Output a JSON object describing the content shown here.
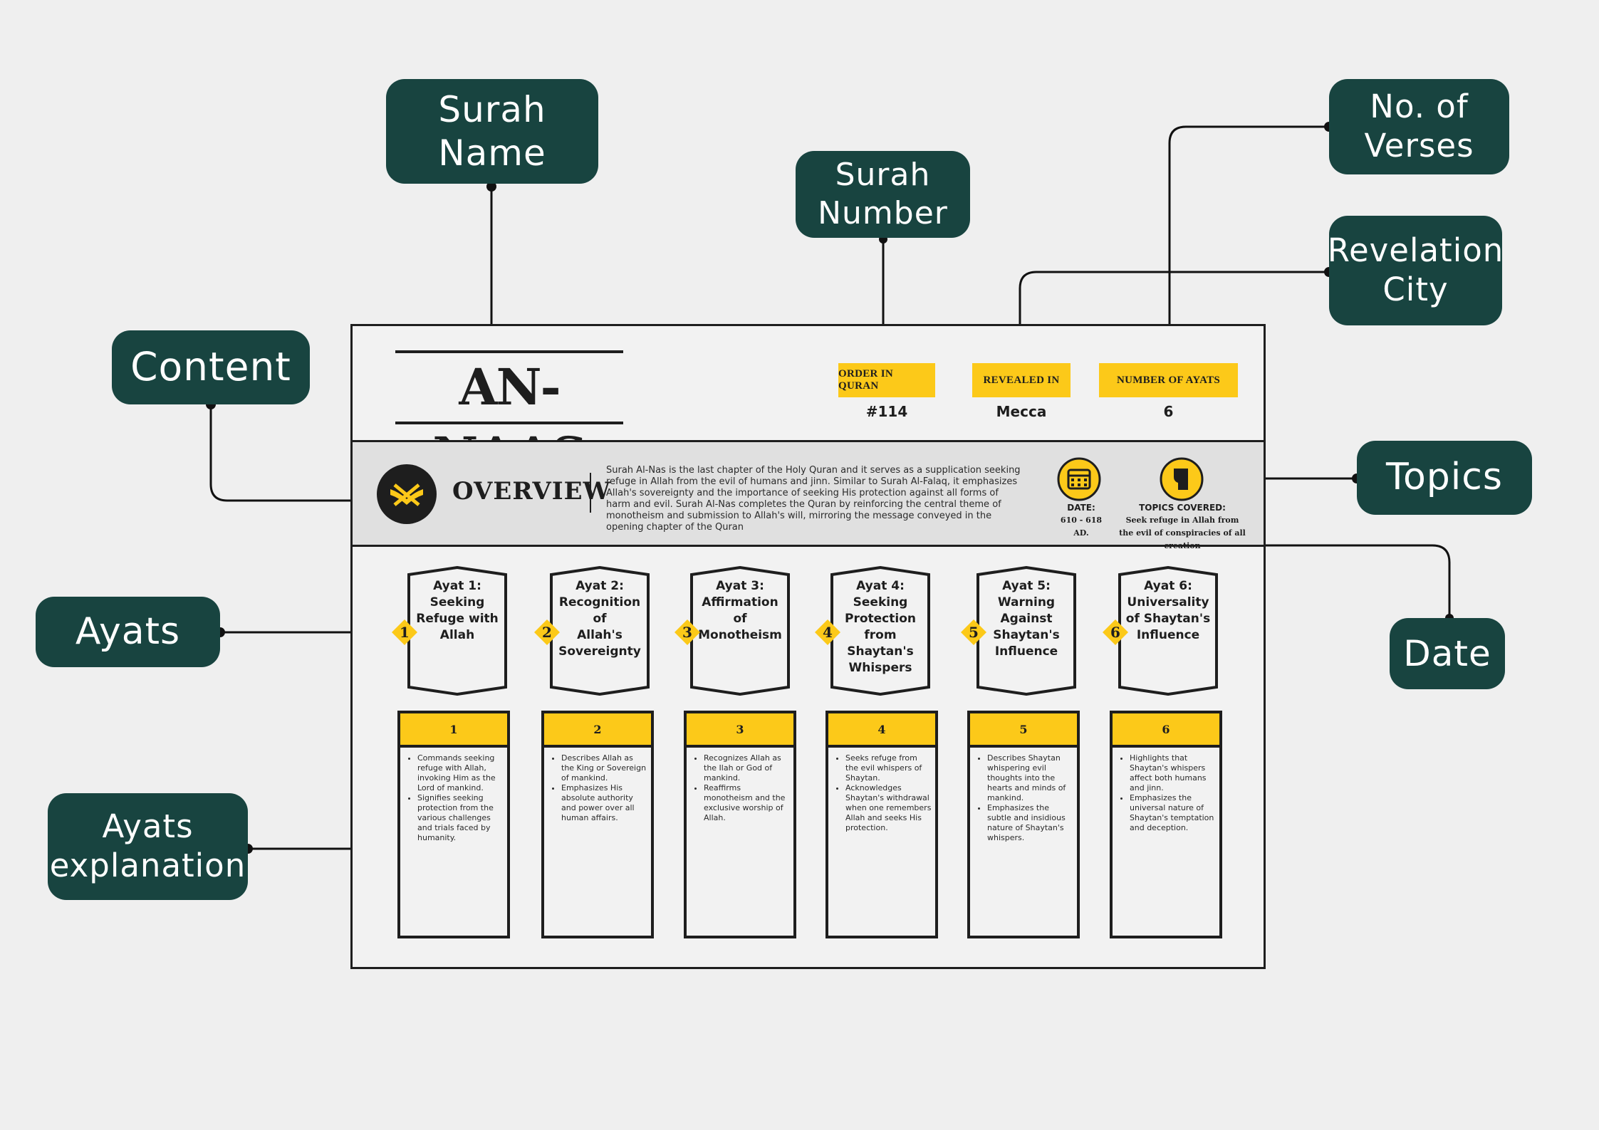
{
  "callouts": {
    "surah_name": "Surah\nName",
    "surah_number": "Surah\nNumber",
    "no_of_verses": "No. of\nVerses",
    "revelation_city": "Revelation\nCity",
    "content": "Content",
    "topics": "Topics",
    "ayats": "Ayats",
    "date": "Date",
    "ayats_explanation": "Ayats\nexplanation"
  },
  "header": {
    "title": "AN-NAAS",
    "order_label": "ORDER IN QURAN",
    "order_value": "#114",
    "revealed_label": "REVEALED IN",
    "revealed_value": "Mecca",
    "ayats_label": "NUMBER OF AYATS",
    "ayats_value": "6"
  },
  "overview": {
    "title": "OVERVIEW",
    "text": "Surah Al-Nas is the last chapter of the Holy Quran and it serves as a supplication seeking refuge in Allah from the evil of humans and jinn. Similar to Surah Al-Falaq, it emphasizes Allah's sovereignty and the importance of seeking His protection against all forms of harm and evil. Surah Al-Nas completes the Quran by reinforcing the central theme of monotheism and submission to Allah's will, mirroring the message conveyed in the opening chapter of the Quran",
    "date_label": "DATE:",
    "date_value": "610 - 618 AD.",
    "topics_label": "TOPICS COVERED:",
    "topics_value": "Seek refuge in Allah from the evil of conspiracies of all creation"
  },
  "ayats": [
    {
      "num": "1",
      "title": "Ayat 1:\nSeeking\nRefuge with\nAllah",
      "points": [
        "Commands seeking refuge with Allah, invoking Him as the Lord of mankind.",
        "Signifies seeking protection from the various challenges and trials faced by humanity."
      ]
    },
    {
      "num": "2",
      "title": "Ayat 2:\nRecognition of\nAllah's\nSovereignty",
      "points": [
        "Describes Allah as the King or Sovereign of mankind.",
        "Emphasizes His absolute authority and power over all human affairs."
      ]
    },
    {
      "num": "3",
      "title": "Ayat 3:\nAffirmation\nof\nMonotheism",
      "points": [
        "Recognizes Allah as the Ilah or God of mankind.",
        "Reaffirms monotheism and the exclusive worship of Allah."
      ]
    },
    {
      "num": "4",
      "title": "Ayat 4:\nSeeking\nProtection\nfrom\nShaytan's\nWhispers",
      "points": [
        "Seeks refuge from the evil whispers of Shaytan.",
        "Acknowledges Shaytan's withdrawal when one remembers Allah and seeks His protection."
      ]
    },
    {
      "num": "5",
      "title": "Ayat 5:\nWarning\nAgainst\nShaytan's\nInfluence",
      "points": [
        "Describes Shaytan whispering evil thoughts into the hearts and minds of mankind.",
        "Emphasizes the subtle and insidious nature of Shaytan's whispers."
      ]
    },
    {
      "num": "6",
      "title": "Ayat 6:\nUniversality\nof Shaytan's\nInfluence",
      "points": [
        "Highlights that Shaytan's whispers affect both humans and jinn.",
        "Emphasizes the universal nature of Shaytan's temptation and deception."
      ]
    }
  ],
  "colors": {
    "dark_green": "#184440",
    "yellow": "#fcc919",
    "ink": "#1e1e1e"
  }
}
